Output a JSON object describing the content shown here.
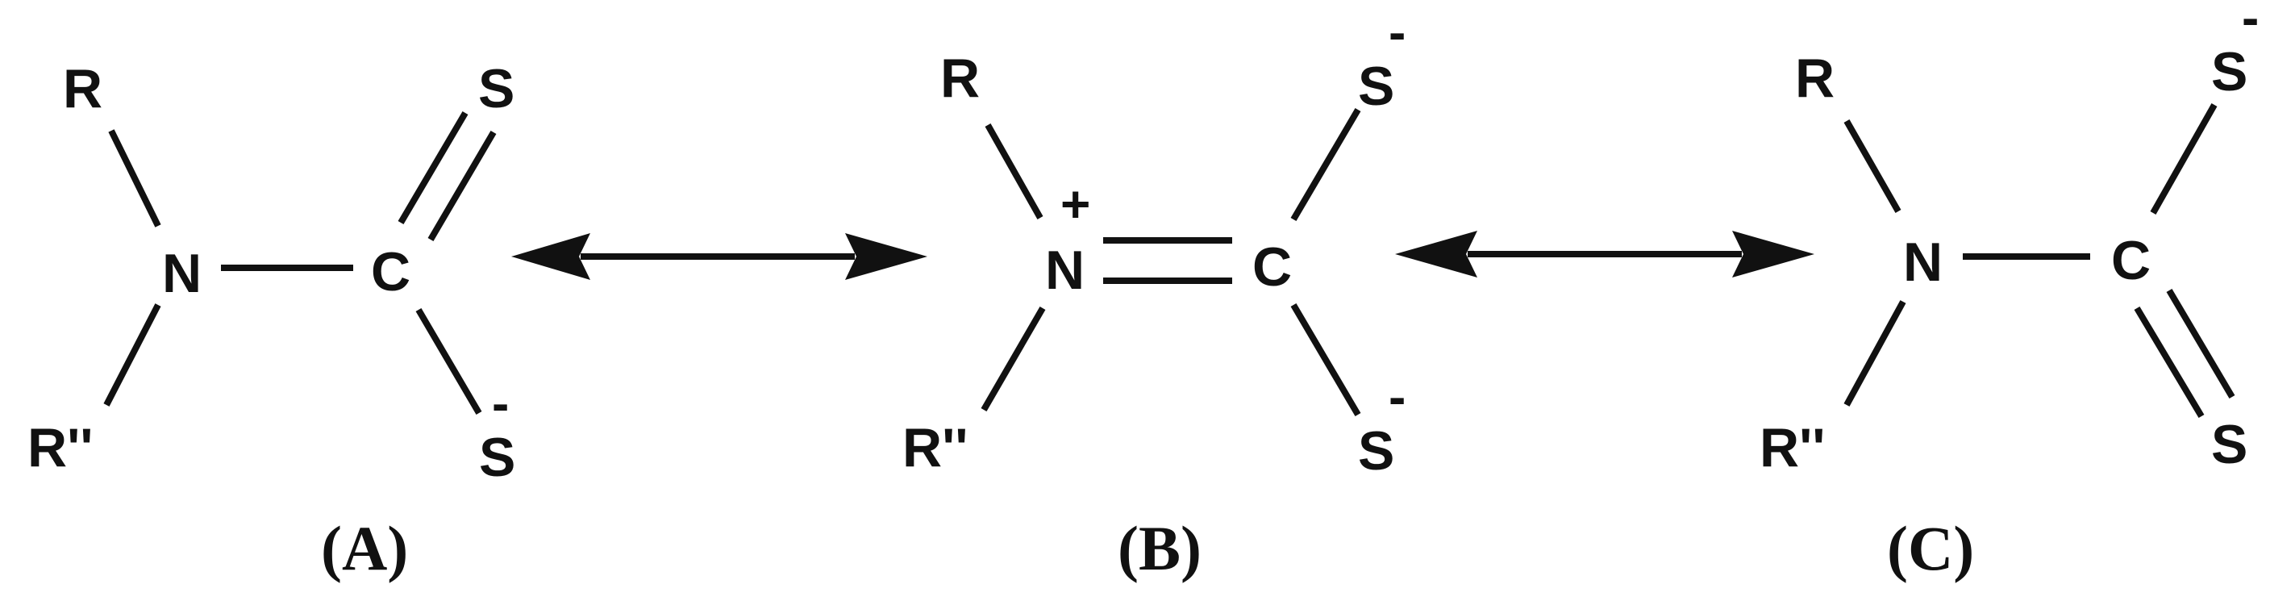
{
  "structures": [
    {
      "caption": "(A)",
      "atoms": {
        "r_top": "R",
        "r_bottom": "R''",
        "n": "N",
        "c": "C",
        "s_top": "S",
        "s_bottom": "S"
      },
      "charges": {
        "s_bottom": "-"
      }
    },
    {
      "caption": "(B)",
      "atoms": {
        "r_top": "R",
        "r_bottom": "R''",
        "n": "N",
        "c": "C",
        "s_top": "S",
        "s_bottom": "S"
      },
      "charges": {
        "n": "+",
        "s_top": "-",
        "s_bottom": "-"
      }
    },
    {
      "caption": "(C)",
      "atoms": {
        "r_top": "R",
        "r_bottom": "R''",
        "n": "N",
        "c": "C",
        "s_top": "S",
        "s_bottom": "S"
      },
      "charges": {
        "s_top": "-"
      }
    }
  ],
  "arrows": [
    {
      "type": "resonance-double-headed"
    },
    {
      "type": "resonance-double-headed"
    }
  ],
  "colors": {
    "ink": "#111111",
    "background": "#ffffff"
  }
}
